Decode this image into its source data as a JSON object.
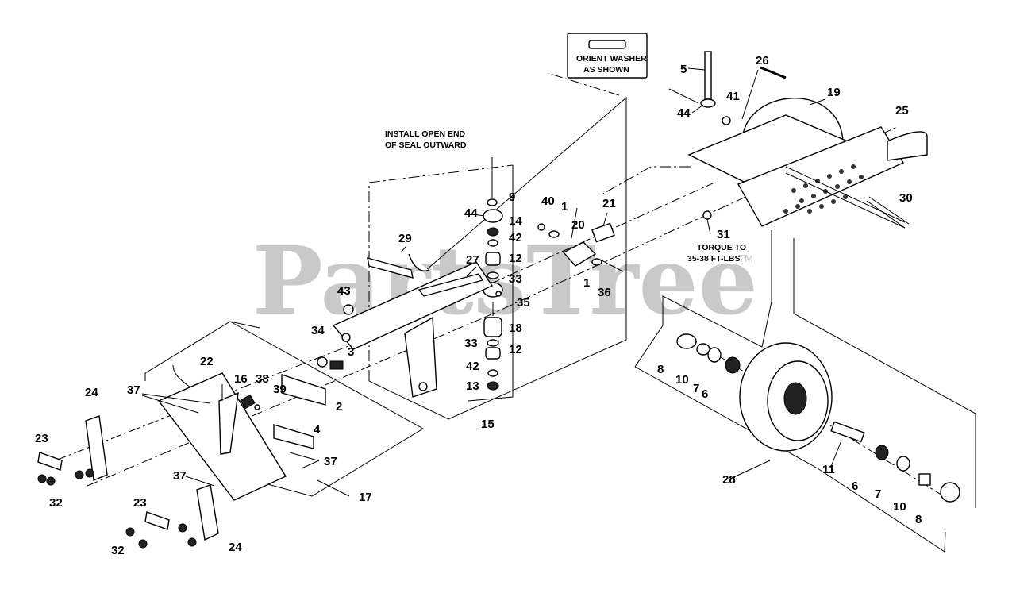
{
  "watermark": {
    "text": "PartsTree",
    "mark": "TM"
  },
  "notes": {
    "orient_line1": "ORIENT WASHER",
    "orient_line2": "AS SHOWN",
    "seal_line1": "INSTALL OPEN END",
    "seal_line2": "OF SEAL OUTWARD",
    "torque_line1": "TORQUE TO",
    "torque_line2": "35-38 FT-LBS"
  },
  "callouts": [
    "5",
    "26",
    "44",
    "41",
    "19",
    "25",
    "9",
    "44",
    "14",
    "42",
    "12",
    "40",
    "1",
    "20",
    "21",
    "30",
    "31",
    "29",
    "27",
    "33",
    "35",
    "1",
    "36",
    "43",
    "34",
    "18",
    "33",
    "12",
    "3",
    "42",
    "13",
    "15",
    "22",
    "16",
    "38",
    "39",
    "37",
    "24",
    "2",
    "23",
    "4",
    "37",
    "37",
    "17",
    "32",
    "23",
    "32",
    "24",
    "8",
    "10",
    "7",
    "6",
    "11",
    "28",
    "6",
    "7",
    "10",
    "8"
  ]
}
